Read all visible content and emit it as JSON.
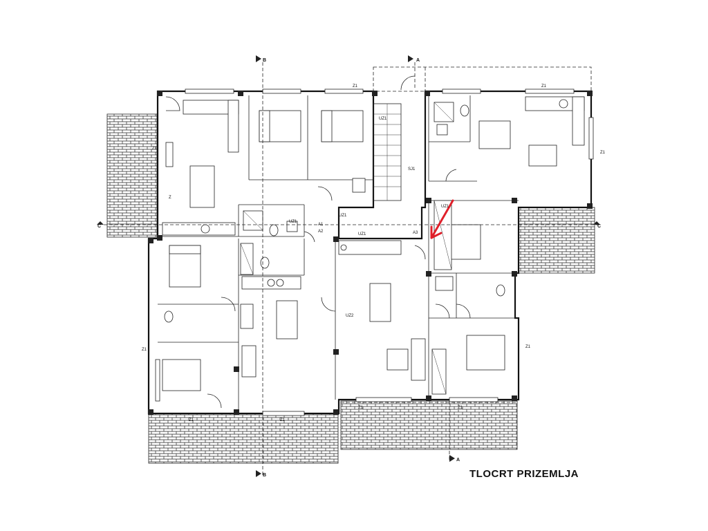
{
  "title": "TLOCRT PRIZEMLJA",
  "section_marks": {
    "a_top": "A",
    "a_bottom": "A",
    "b_top": "B",
    "b_bottom": "B",
    "c_left": "C",
    "c_right": "C"
  },
  "labels": {
    "z1": "Z1",
    "uz1": "UZ1",
    "uz2": "UZ2",
    "sj1": "SJ1",
    "a1": "A1",
    "a2": "A2",
    "a3": "A3",
    "z": "Z"
  },
  "colors": {
    "lines": "#111111",
    "arrow": "#e0202a"
  },
  "icons": [
    "stair-icon",
    "bed-icon",
    "sofa-icon",
    "dining-table-icon",
    "toilet-icon",
    "sink-icon",
    "stove-icon",
    "shower-icon",
    "tree-icon",
    "red-arrow-icon"
  ]
}
